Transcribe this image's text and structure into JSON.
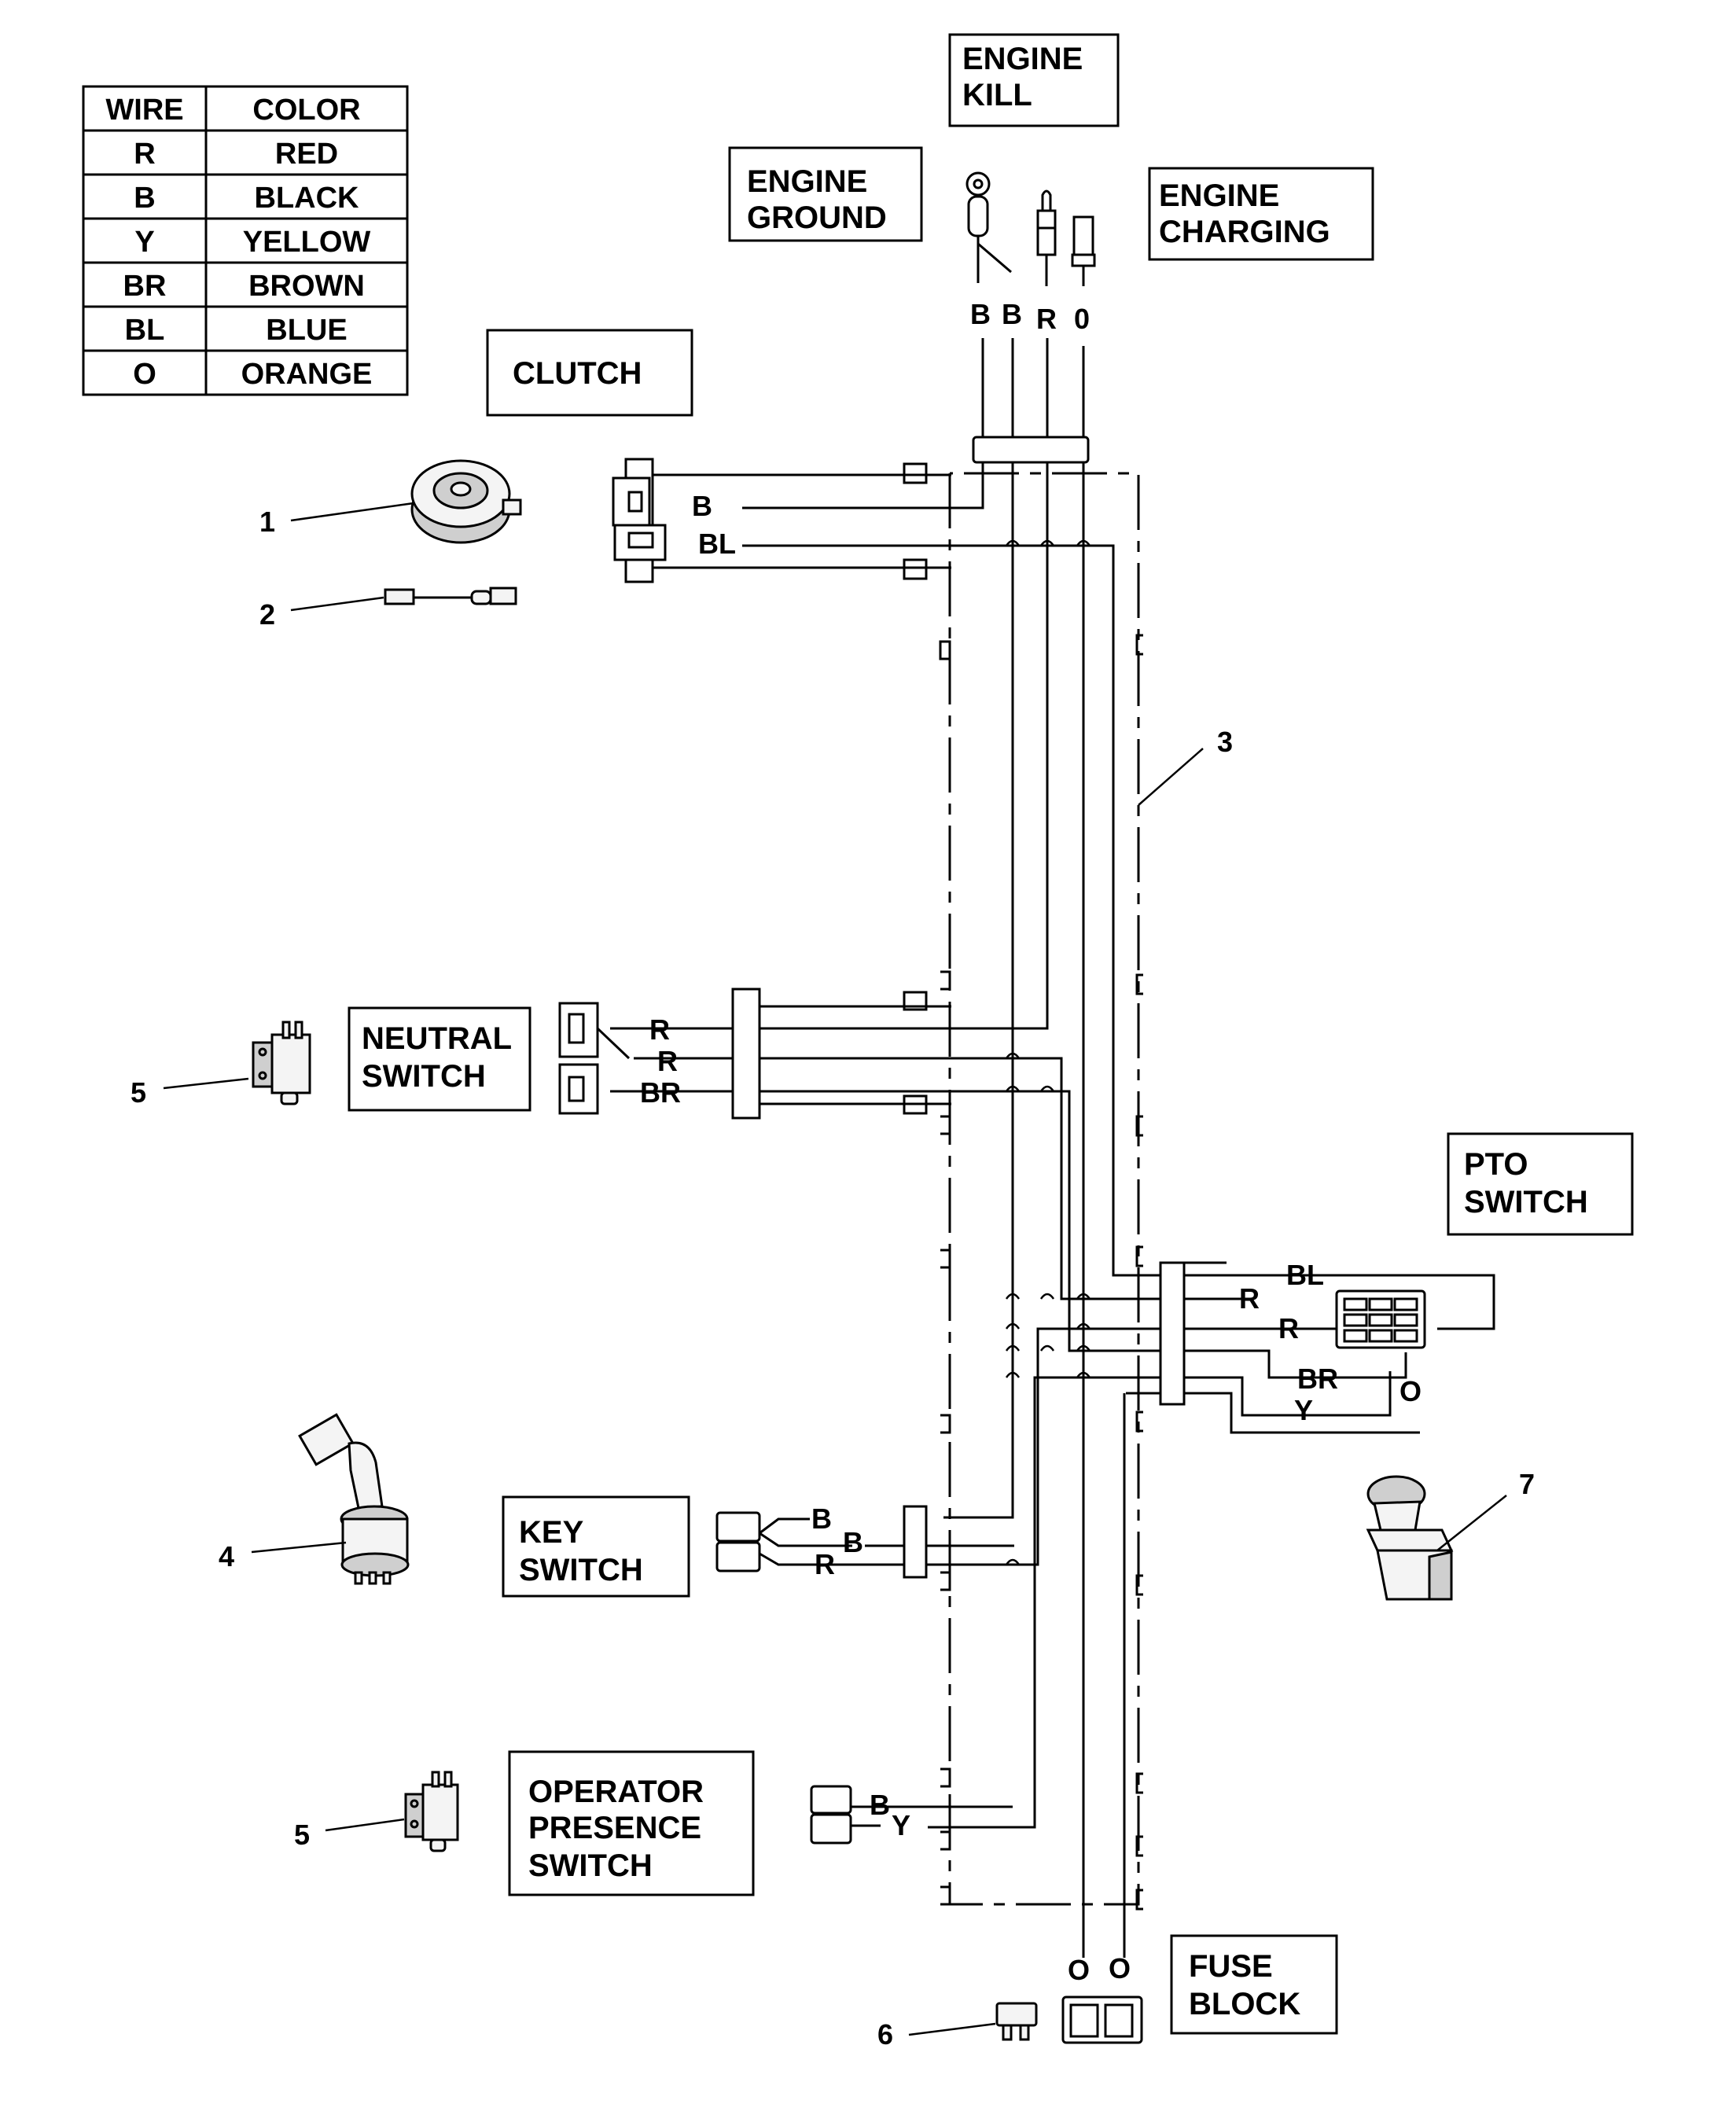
{
  "wire_table": {
    "headers": [
      "WIRE",
      "COLOR"
    ],
    "rows": [
      [
        "R",
        "RED"
      ],
      [
        "B",
        "BLACK"
      ],
      [
        "Y",
        "YELLOW"
      ],
      [
        "BR",
        "BROWN"
      ],
      [
        "BL",
        "BLUE"
      ],
      [
        "O",
        "ORANGE"
      ]
    ]
  },
  "boxes": {
    "engine_kill": [
      "ENGINE",
      "KILL"
    ],
    "engine_ground": [
      "ENGINE",
      "GROUND"
    ],
    "engine_charging": [
      "ENGINE",
      "CHARGING"
    ],
    "clutch": [
      "CLUTCH"
    ],
    "neutral_switch": [
      "NEUTRAL",
      "SWITCH"
    ],
    "pto_switch": [
      "PTO",
      "SWITCH"
    ],
    "key_switch": [
      "KEY",
      "SWITCH"
    ],
    "operator_presence_switch": [
      "OPERATOR",
      "PRESENCE",
      "SWITCH"
    ],
    "fuse_block": [
      "FUSE",
      "BLOCK"
    ]
  },
  "wire_labels": {
    "top": [
      "B",
      "B",
      "R",
      "0"
    ],
    "clutch": [
      "B",
      "BL"
    ],
    "neutral": [
      "R",
      "R",
      "BR"
    ],
    "pto": [
      "BL",
      "R",
      "R",
      "BR",
      "Y",
      "O"
    ],
    "key": [
      "B",
      "B",
      "R"
    ],
    "operator": [
      "B",
      "Y"
    ],
    "fuse": [
      "O",
      "O"
    ]
  },
  "callouts": {
    "clutch": "1",
    "wire_lead": "2",
    "harness": "3",
    "key_switch": "4",
    "neutral_switch": "5",
    "operator_switch": "5",
    "fuse": "6",
    "pto_switch": "7"
  }
}
